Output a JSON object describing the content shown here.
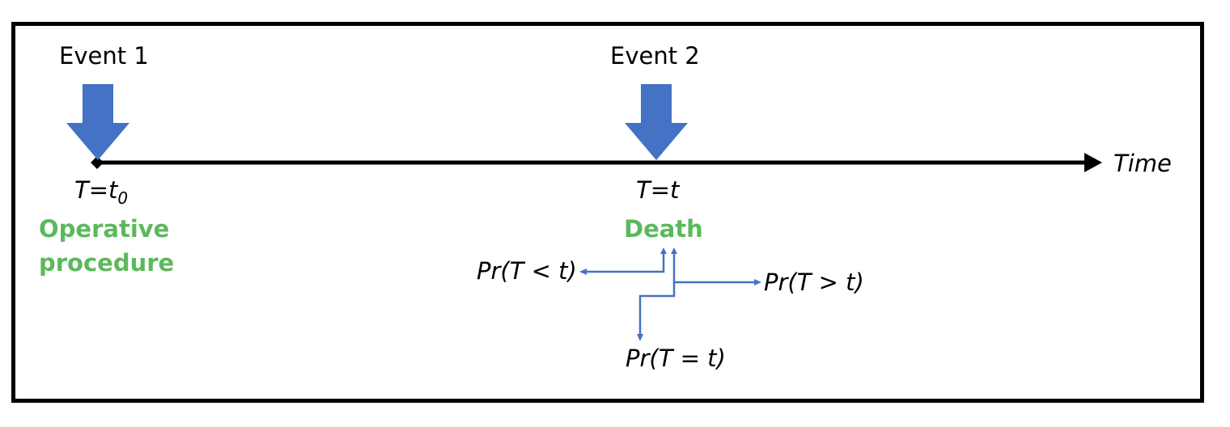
{
  "colors": {
    "arrow_fill": "#4472C4",
    "timeline": "#000000",
    "outcome_text": "#5CB85C",
    "frame": "#000000"
  },
  "events": [
    {
      "label": "Event 1",
      "time_label": "T=t",
      "time_subscript": "0",
      "outcome": "Operative procedure"
    },
    {
      "label": "Event 2",
      "time_label": "T=t",
      "time_subscript": "",
      "outcome": "Death"
    }
  ],
  "axis": {
    "label": "Time"
  },
  "probabilities": {
    "less": "Pr(T < t)",
    "greater": "Pr(T > t)",
    "equal": "Pr(T = t)"
  }
}
